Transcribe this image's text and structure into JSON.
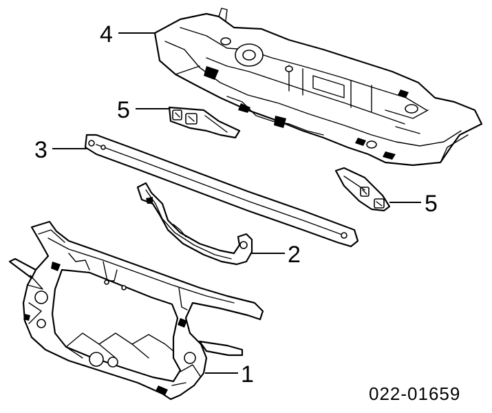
{
  "callouts": {
    "c1": "1",
    "c2": "2",
    "c3": "3",
    "c4": "4",
    "c5_left": "5",
    "c5_right": "5"
  },
  "reference_code": "022-01659",
  "colors": {
    "line": "#000000",
    "background": "#ffffff"
  }
}
